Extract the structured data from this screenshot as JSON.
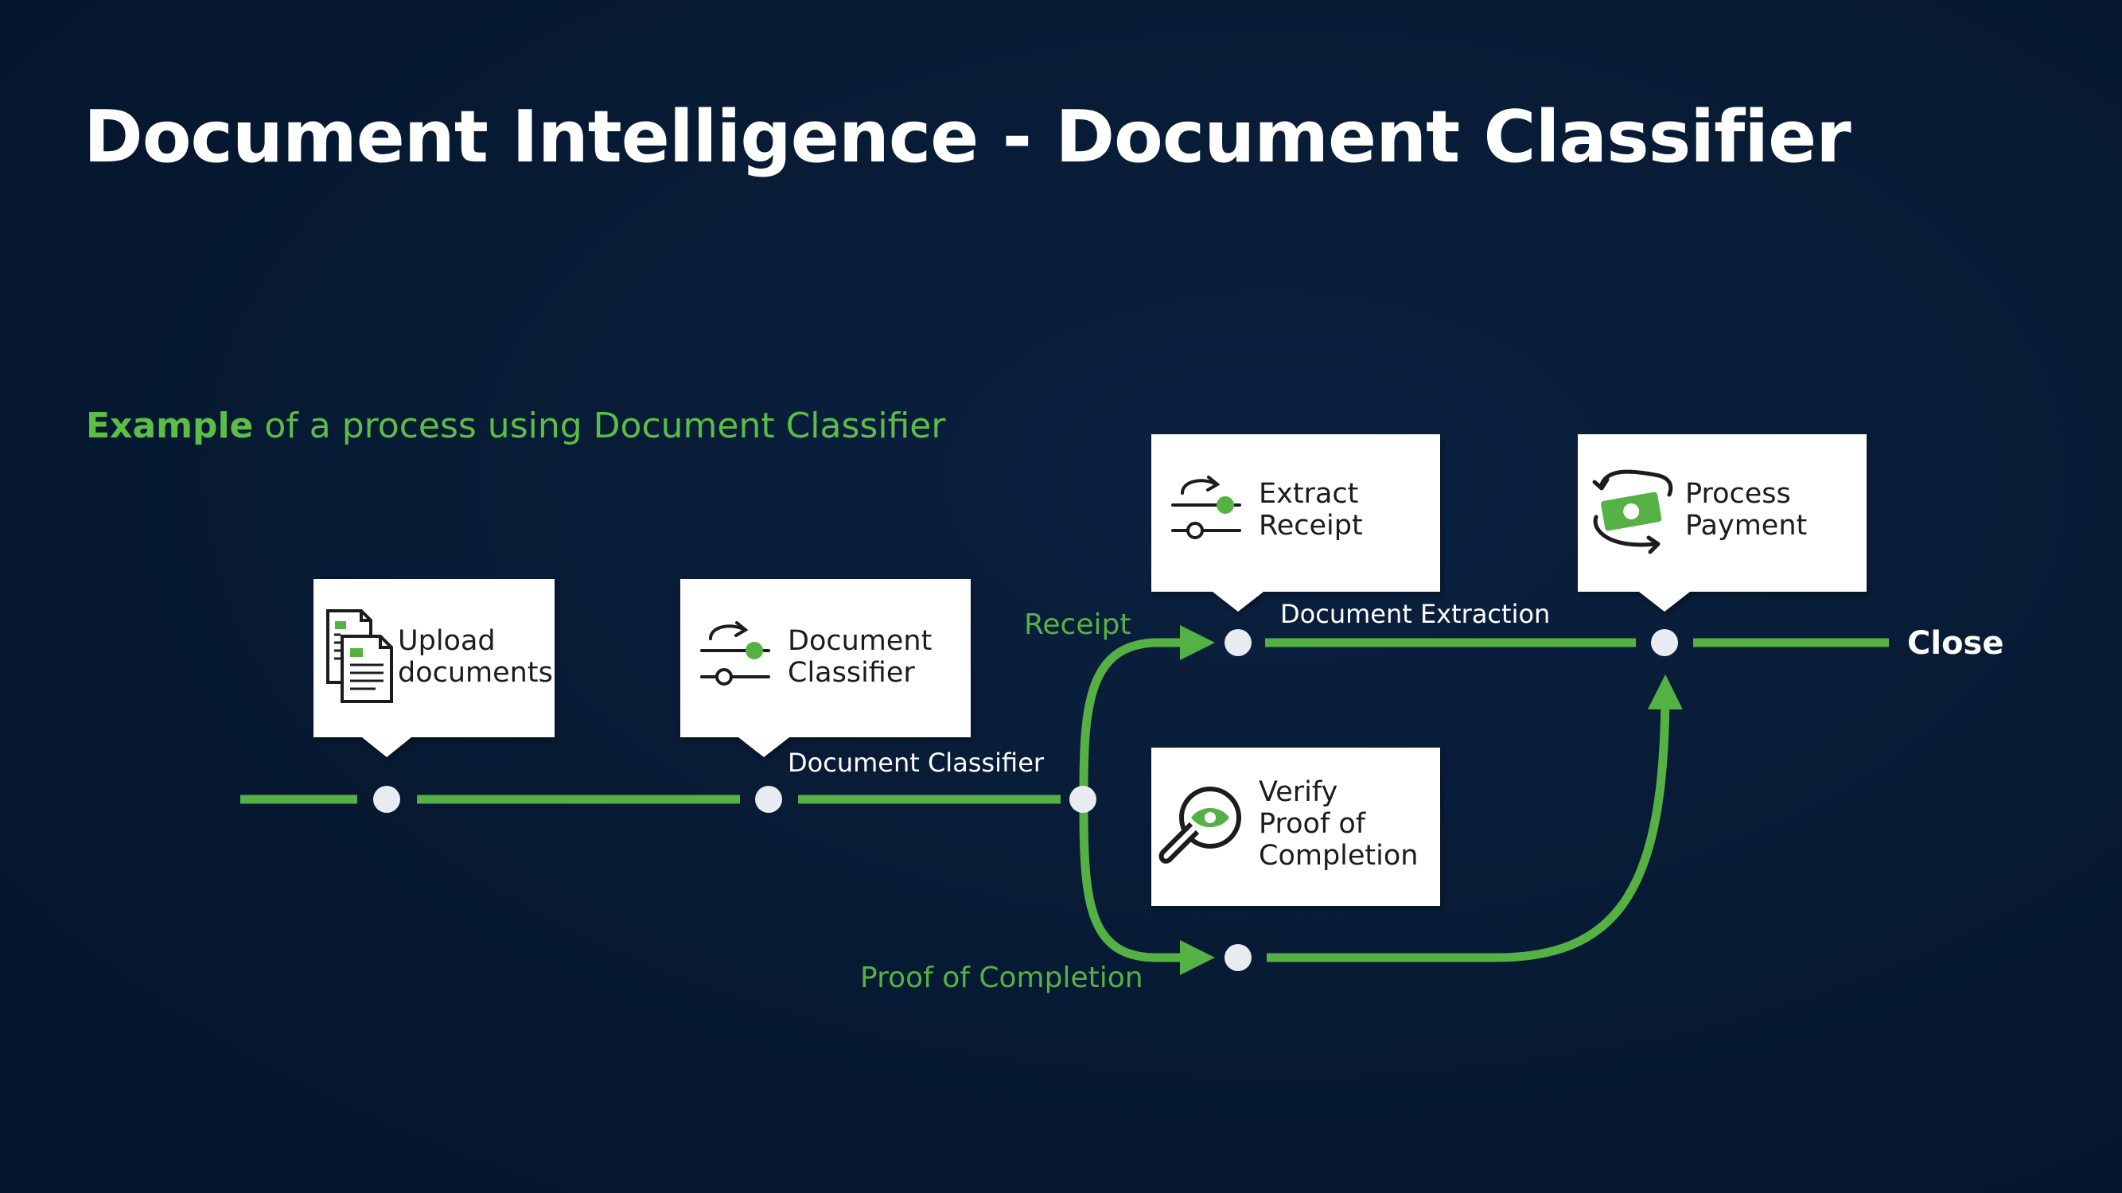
{
  "title": "Document Intelligence - Document Classifier",
  "subtitle": {
    "bold": "Example",
    "rest": " of a process using Document Classifier"
  },
  "steps": {
    "upload": {
      "line1": "Upload",
      "line2": "documents",
      "icon": "documents-icon"
    },
    "classifier": {
      "line1": "Document",
      "line2": "Classifier",
      "icon": "classifier-sliders-icon"
    },
    "extract": {
      "line1": "Extract",
      "line2": "Receipt",
      "icon": "extract-sliders-icon"
    },
    "payment": {
      "line1": "Process",
      "line2": "Payment",
      "icon": "payment-cycle-icon"
    },
    "verify": {
      "line1": "Verify",
      "line2": "Proof of",
      "line3": "Completion",
      "icon": "magnifier-eye-icon"
    }
  },
  "edges": {
    "document_classifier": "Document Classifier",
    "document_extraction": "Document Extraction",
    "receipt": "Receipt",
    "proof_of_completion": "Proof of Completion",
    "close": "Close"
  },
  "colors": {
    "background": "#071a33",
    "accent_green": "#56b145",
    "node": "#e8ebf0",
    "card": "#ffffff"
  }
}
